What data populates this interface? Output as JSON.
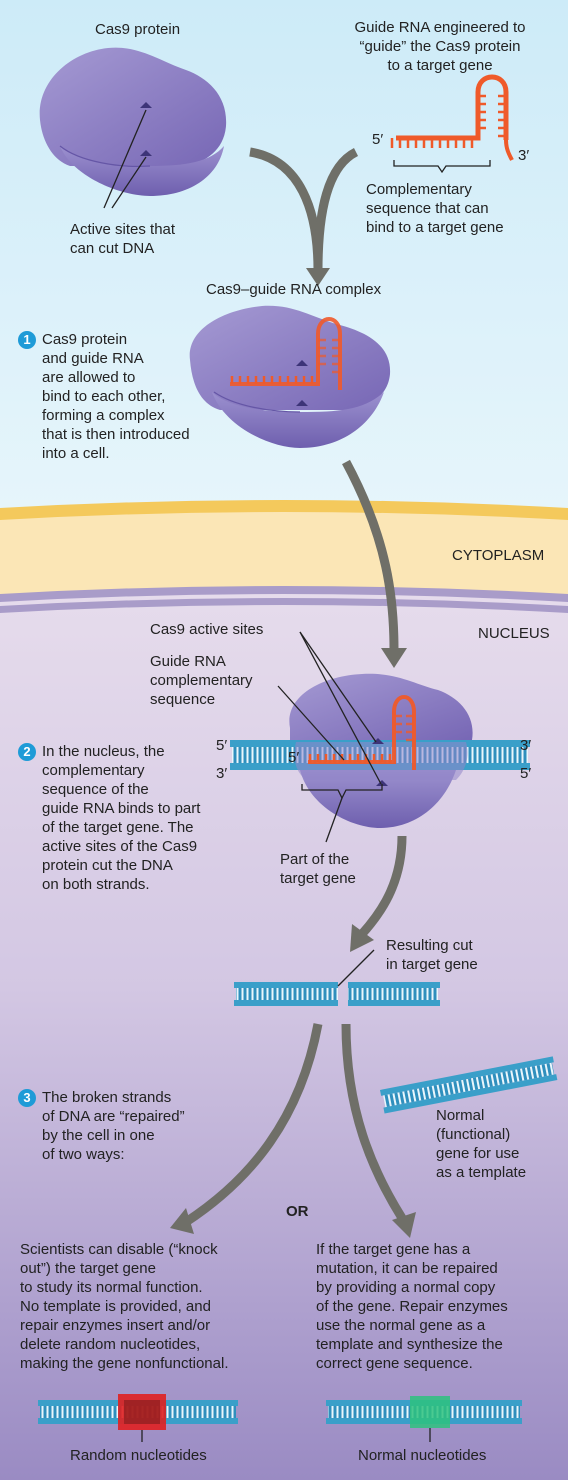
{
  "labels": {
    "cas9_protein": "Cas9 protein",
    "guide_rna": "Guide RNA engineered to “guide” the Cas9 protein to a target gene",
    "guide_rna_lines": [
      "Guide RNA engineered to",
      "“guide” the Cas9 protein",
      "to a target gene"
    ],
    "five_prime": "5′",
    "three_prime": "3′",
    "complementary_lines": [
      "Complementary",
      "sequence that can",
      "bind to a target gene"
    ],
    "active_sites_lines": [
      "Active sites that",
      "can cut DNA"
    ],
    "complex_title": "Cas9–guide RNA complex",
    "cytoplasm": "CYTOPLASM",
    "nucleus": "NUCLEUS",
    "cas9_active_sites": "Cas9 active sites",
    "guide_comp_lines": [
      "Guide RNA",
      "complementary",
      "sequence"
    ],
    "part_of_target_lines": [
      "Part of the",
      "target gene"
    ],
    "resulting_cut_lines": [
      "Resulting cut",
      "in target gene"
    ],
    "normal_template_lines": [
      "Normal",
      "(functional)",
      "gene for use",
      "as a template"
    ],
    "or": "OR",
    "random_nucleotides": "Random nucleotides",
    "normal_nucleotides": "Normal nucleotides"
  },
  "steps": [
    {
      "number": "1",
      "lines": [
        "Cas9 protein",
        "and guide RNA",
        "are allowed to",
        "bind to each other,",
        "forming a complex",
        "that is then introduced",
        "into a cell."
      ]
    },
    {
      "number": "2",
      "lines": [
        "In the nucleus, the",
        "complementary",
        "sequence of the",
        "guide RNA binds to part",
        "of the target gene. The",
        "active sites of the Cas9",
        "protein cut the DNA",
        "on both strands."
      ]
    },
    {
      "number": "3",
      "lines": [
        "The broken strands",
        "of DNA are “repaired”",
        "by the cell in one",
        "of two ways:"
      ]
    }
  ],
  "outcomes": {
    "knockout_lines": [
      "Scientists can disable (“knock",
      "out”) the target gene",
      "to study its normal function.",
      "No template is provided, and",
      "repair enzymes insert and/or",
      "delete random nucleotides,",
      "making the gene nonfunctional."
    ],
    "repair_lines": [
      "If the target gene has a",
      "mutation, it can be repaired",
      "by providing a normal copy",
      "of the gene. Repair enzymes",
      "use the normal gene as a",
      "template and synthesize the",
      "correct gene sequence."
    ]
  },
  "colors": {
    "sky_top": "#cdebf8",
    "sky_bottom": "#e3f4fb",
    "cytoplasm": "#fbe6b6",
    "membrane": "#f4c95c",
    "nucleus_top": "#e4d9ea",
    "nucleus_bottom": "#9b8cc4",
    "protein": "#8c7fc4",
    "rna": "#ef5a2a",
    "dna": "#3a9fc9",
    "arrow": "#6f6f68",
    "random_marker": "#e02020",
    "normal_marker": "#2ec27e",
    "step_badge": "#1e9bd7"
  }
}
